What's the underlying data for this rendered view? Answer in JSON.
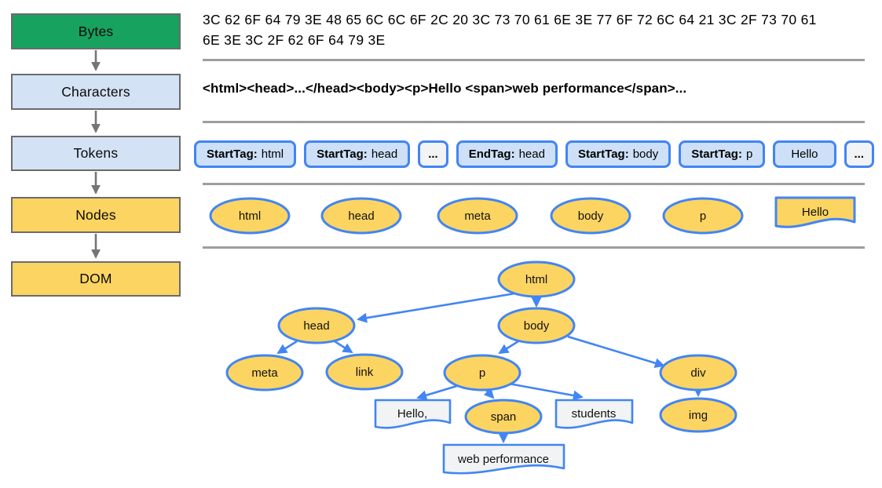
{
  "palette": {
    "bytes_green": "#18A25F",
    "stage_blue": "#D3E2F4",
    "stage_yellow": "#FCD462",
    "node_yellow": "#FCD462",
    "edge_blue": "#4285F4",
    "token_fill": "#CDE0F7",
    "textnode_fill": "#F1F3F4",
    "divider_gray": "#9E9E9E",
    "flow_arrow_gray": "#757575",
    "box_border_gray": "#6b6b6b"
  },
  "pipeline": {
    "items": [
      {
        "label": "Bytes"
      },
      {
        "label": "Characters"
      },
      {
        "label": "Tokens"
      },
      {
        "label": "Nodes"
      },
      {
        "label": "DOM"
      }
    ]
  },
  "bytes_row": {
    "line1": "3C 62 6F 64 79 3E 48 65 6C 6C 6F 2C 20 3C 73 70 61 6E 3E 77 6F 72 6C 64 21 3C 2F 73 70 61",
    "line2": "6E 3E 3C 2F 62 6F 64 79 3E"
  },
  "characters_row": {
    "text": "<html><head>...</head><body><p>Hello <span>web performance</span>..."
  },
  "tokens_row": {
    "items": [
      {
        "label": "StartTag:",
        "value": "html"
      },
      {
        "label": "StartTag:",
        "value": "head"
      },
      {
        "label": "..."
      },
      {
        "label": "EndTag:",
        "value": "head"
      },
      {
        "label": "StartTag:",
        "value": "body"
      },
      {
        "label": "StartTag:",
        "value": "p"
      },
      {
        "label": "Hello"
      },
      {
        "label": "..."
      }
    ]
  },
  "nodes_row": {
    "ellipses": [
      {
        "label": "html"
      },
      {
        "label": "head"
      },
      {
        "label": "meta"
      },
      {
        "label": "body"
      },
      {
        "label": "p"
      }
    ],
    "text_node": {
      "label": "Hello"
    }
  },
  "dom_tree": {
    "nodes": {
      "html": "html",
      "head": "head",
      "body": "body",
      "meta": "meta",
      "link": "link",
      "p": "p",
      "div": "div",
      "span": "span",
      "img": "img",
      "hello": "Hello,",
      "students": "students",
      "webperf": "web performance"
    }
  }
}
